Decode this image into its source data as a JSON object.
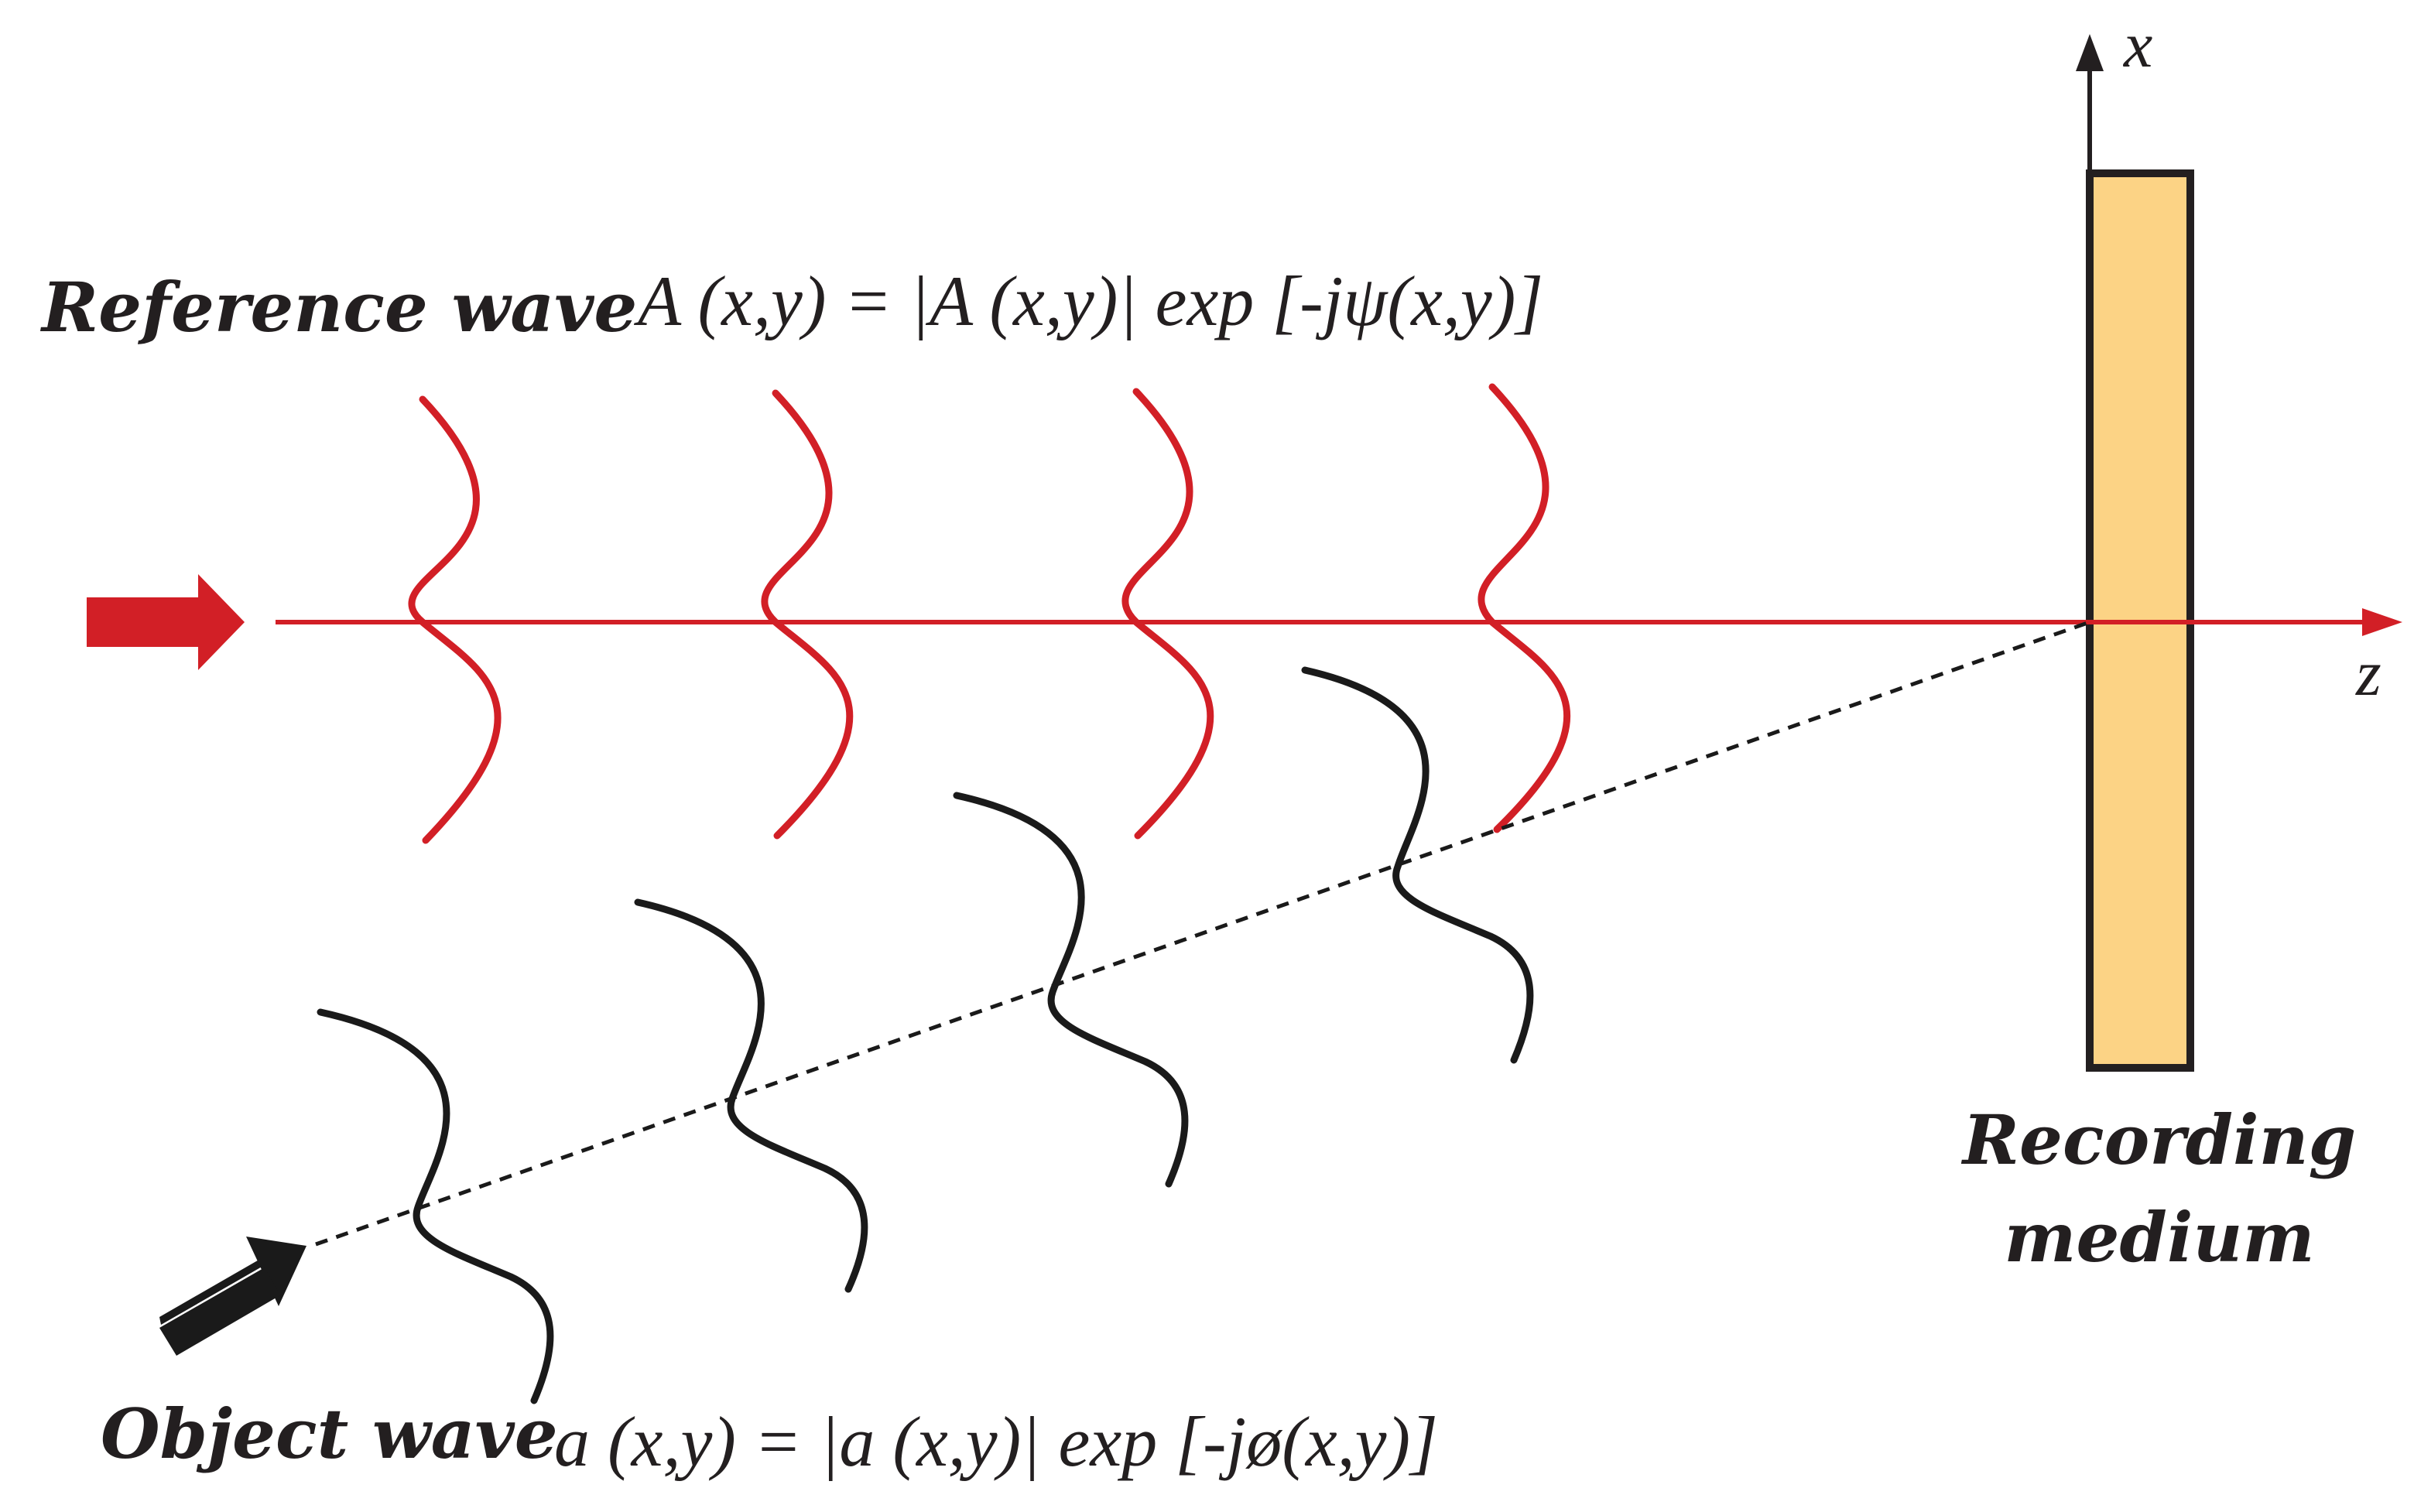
{
  "labels": {
    "reference_wave": "Reference wave",
    "reference_formula": "A (x,y) = |A (x,y)| exp [-jψ(x,y)]",
    "object_wave": "Object wave",
    "object_formula": "a (x,y) = |a (x,y)| exp [-jø(x,y)]",
    "recording_medium_line1": "Recording",
    "recording_medium_line2": "medium",
    "axis_x": "x",
    "axis_z": "z"
  },
  "colors": {
    "reference": "#d21f26",
    "object": "#1a1a1a",
    "medium_fill": "#fcd385",
    "medium_stroke": "#231f20",
    "text": "#231f20"
  },
  "icons": {
    "reference_direction": "right-arrow-icon",
    "object_direction": "diagonal-arrow-icon"
  }
}
